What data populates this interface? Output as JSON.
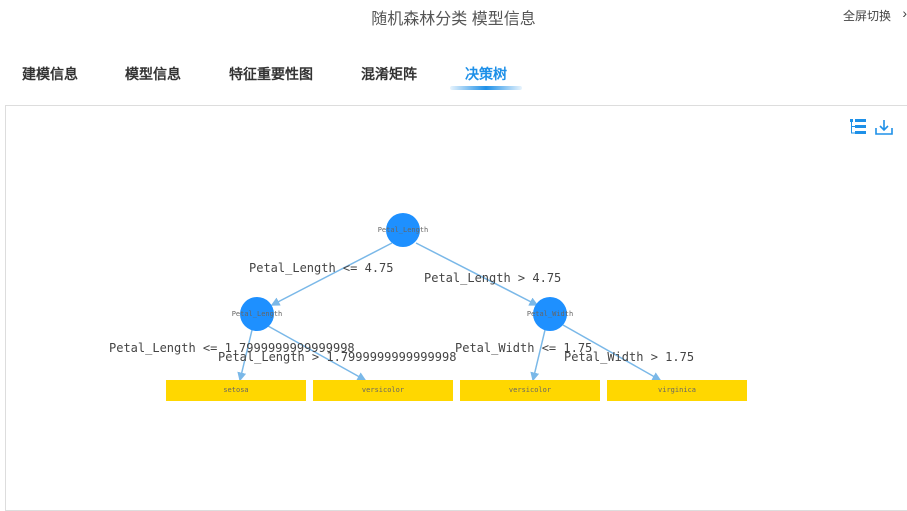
{
  "header": {
    "title": "随机森林分类 模型信息",
    "fullscreen_label": "全屏切换",
    "fullscreen_icon": "chevron-right-icon"
  },
  "tabs": [
    {
      "label": "建模信息"
    },
    {
      "label": "模型信息"
    },
    {
      "label": "特征重要性图"
    },
    {
      "label": "混淆矩阵"
    },
    {
      "label": "决策树",
      "active": true
    }
  ],
  "toolbar": {
    "icons": [
      "tree-view-icon",
      "download-icon"
    ]
  },
  "colors": {
    "accent": "#1e90e8",
    "node": "#1e90ff",
    "leaf": "#ffd700",
    "edge": "#7ab8e8"
  },
  "tree": {
    "nodes": [
      {
        "label": "Petal_Length"
      },
      {
        "label": "Petal_Length"
      },
      {
        "label": "Petal_Width"
      }
    ],
    "leaves": [
      {
        "label": "setosa"
      },
      {
        "label": "versicolor"
      },
      {
        "label": "versicolor"
      },
      {
        "label": "virginica"
      }
    ],
    "edges": [
      {
        "label": "Petal_Length <= 4.75"
      },
      {
        "label": "Petal_Length > 4.75"
      },
      {
        "label": "Petal_Length <= 1.7999999999999998"
      },
      {
        "label": "Petal_Length > 1.7999999999999998"
      },
      {
        "label": "Petal_Width <= 1.75"
      },
      {
        "label": "Petal_Width > 1.75"
      }
    ]
  }
}
